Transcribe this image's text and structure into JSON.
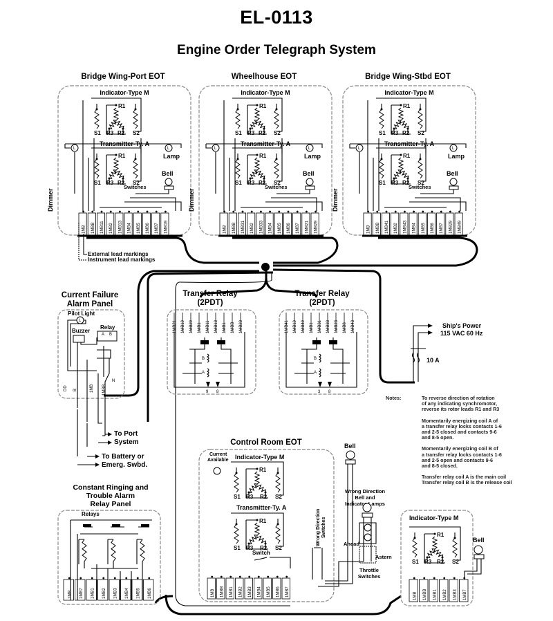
{
  "document": {
    "id": "EL-0113",
    "title": "Engine Order Telegraph System"
  },
  "eot_panels": [
    {
      "title": "Bridge Wing-Port EOT",
      "indicator": "Indicator-Type M",
      "transmitter": "Transmitter-Ty. A",
      "lamp": "Lamp",
      "dimmer": "Dimmer",
      "bell": "Bell",
      "switches": "Switches",
      "terminals": [
        "1MB",
        "1MBB",
        "1MB11",
        "1MB2",
        "1MB13",
        "1MB4",
        "1MB5",
        "1MB6",
        "1MB7",
        "1MB19"
      ]
    },
    {
      "title": "Wheelhouse EOT",
      "indicator": "Indicator-Type M",
      "transmitter": "Transmitter-Ty. A",
      "lamp": "Lamp",
      "dimmer": "Dimmer",
      "bell": "Bell",
      "switches": "Switches",
      "terminals": [
        "1MB",
        "1MBB",
        "1MB31",
        "1MB2",
        "1MB33",
        "1MB4",
        "1MB5",
        "1MB6",
        "1MB7",
        "1MB21",
        "1MB29"
      ]
    },
    {
      "title": "Bridge Wing-Stbd EOT",
      "indicator": "Indicator-Type M",
      "transmitter": "Transmitter-Ty. A",
      "lamp": "Lamp",
      "dimmer": "Dimmer",
      "bell": "Bell",
      "switches": "Switches",
      "terminals": [
        "1MB",
        "1MBB",
        "1MB41",
        "1MB2",
        "1MB43",
        "1MB4",
        "1MB5",
        "1MB6",
        "1MB7",
        "1MB29",
        "1MB49"
      ]
    }
  ],
  "synchro_labels": {
    "r1": "R1",
    "r2": "R2",
    "r3": "R3",
    "s1": "S1",
    "s2": "S2",
    "lamp_glyph": "L"
  },
  "lead_markings": {
    "external": "External lead markings",
    "instrument": "Instrument lead markings"
  },
  "current_failure_panel": {
    "title_line1": "Current Failure",
    "title_line2": "Alarm Panel",
    "pilot_light": "Pilot Light",
    "buzzer": "Buzzer",
    "relay": "Relay",
    "relay_contacts": [
      "A",
      "B"
    ],
    "terminals": [
      "DD",
      "B",
      "1MB",
      "1MBB",
      "N"
    ],
    "to_port": "To Port",
    "system": "System",
    "to_battery": "To Battery or",
    "emerg_swbd": "Emerg. Swbd."
  },
  "transfer_relays": [
    {
      "title": "Transfer Relay",
      "subtitle": "(2PDT)",
      "wires": [
        "1MB21",
        "1MB19",
        "1MB29",
        "1MB1",
        "1MB11",
        "1MB13",
        "1MB1",
        "1MBB",
        "1MB23"
      ],
      "coils": [
        "A",
        "B"
      ],
      "outputs": [
        "9",
        "8"
      ]
    },
    {
      "title": "Transfer Relay",
      "subtitle": "(2PDT)",
      "wires": [
        "1MB41",
        "1MB19",
        "1MB49",
        "1MB1",
        "1MB31",
        "1MB33",
        "1MB23",
        "1MB8",
        "1MB43"
      ],
      "coils": [
        "A",
        "B"
      ],
      "outputs": [
        "3",
        "8"
      ]
    }
  ],
  "ships_power": {
    "line1": "Ship's Power",
    "line2": "115 VAC 60 Hz",
    "fuse": "10 A"
  },
  "notes": {
    "heading": "Notes:",
    "items": [
      "To reverse direction of rotation\nof any indicating synchromotor,\nreverse its rotor leads R1 and R3",
      "Momentarily energizing coil A of\na transfer relay locks contacts 1-6\nand 2-5 closed and contacts 9-6\nand 8-5 open.",
      "Momentarily energizing coil B of\na transfer relay locks contacts 1-6\nand 2-5 open and contacts 9-6\nand 8-5 closed.",
      "Transfer relay coil A is the main coil\nTransfer relay coil B is the release coil"
    ]
  },
  "control_room": {
    "title": "Control Room EOT",
    "current_available_1": "Current",
    "current_available_2": "Available",
    "indicator": "Indicator-Type M",
    "transmitter": "Transmitter-Ty. A",
    "switch": "Switch",
    "wrong_direction_switches_1": "Wrong Direction",
    "wrong_direction_switches_2": "Switches",
    "terminals": [
      "1MB",
      "1MBB",
      "1MB1",
      "1MB2",
      "1MB3",
      "1MB4",
      "1MB5",
      "1MB6",
      "1MB7"
    ]
  },
  "bell_right": "Bell",
  "wrong_direction_lamps": {
    "line1": "Wrong Direction",
    "line2": "Bell and",
    "line3": "Indicator Lamps",
    "ahead": "Ahead",
    "astern": "Astern",
    "throttle_1": "Throttle",
    "throttle_2": "Switches"
  },
  "constant_ringing_panel": {
    "title_line1": "Constant Ringing and",
    "title_line2": "Trouble Alarm",
    "title_line3": "Relay Panel",
    "relays": "Relays",
    "terminals": [
      "1MB",
      "1MB7",
      "1MB1",
      "1MB2",
      "1MB3",
      "1MB4",
      "1MB5",
      "1MB6"
    ]
  },
  "remote_indicator": {
    "title": "Indicator-Type M",
    "bell": "Bell",
    "terminals": [
      "1MB",
      "1MBB",
      "1MB1",
      "1MB2",
      "1MB3",
      "1MB7"
    ]
  }
}
